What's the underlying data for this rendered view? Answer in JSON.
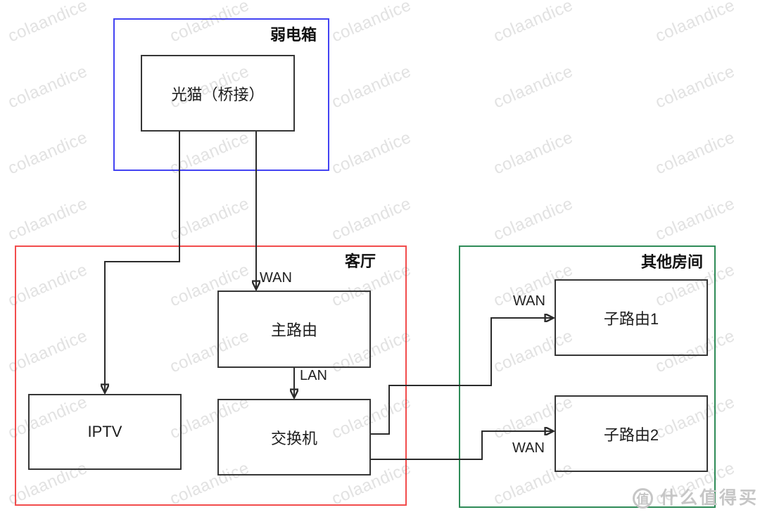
{
  "diagram": {
    "groups": [
      {
        "id": "weak-box",
        "label": "弱电箱",
        "border_color": "#4343f2"
      },
      {
        "id": "living-room",
        "label": "客厅",
        "border_color": "#f24c4c"
      },
      {
        "id": "other-rooms",
        "label": "其他房间",
        "border_color": "#2e8b57"
      }
    ],
    "nodes": [
      {
        "id": "modem",
        "label": "光猫（桥接）"
      },
      {
        "id": "main-router",
        "label": "主路由"
      },
      {
        "id": "iptv",
        "label": "IPTV"
      },
      {
        "id": "switch",
        "label": "交换机"
      },
      {
        "id": "sub-router-1",
        "label": "子路由1"
      },
      {
        "id": "sub-router-2",
        "label": "子路由2"
      }
    ],
    "edge_labels": [
      {
        "id": "wan-main",
        "text": "WAN"
      },
      {
        "id": "lan",
        "text": "LAN"
      },
      {
        "id": "wan-sub1",
        "text": "WAN"
      },
      {
        "id": "wan-sub2",
        "text": "WAN"
      }
    ],
    "line_color": "#2b2b2b"
  },
  "watermark": {
    "text": "colaandice",
    "color": "#e2e2e2"
  },
  "brand": {
    "badge": "值",
    "text": "什么值得买",
    "color": "#c6c6c6"
  }
}
